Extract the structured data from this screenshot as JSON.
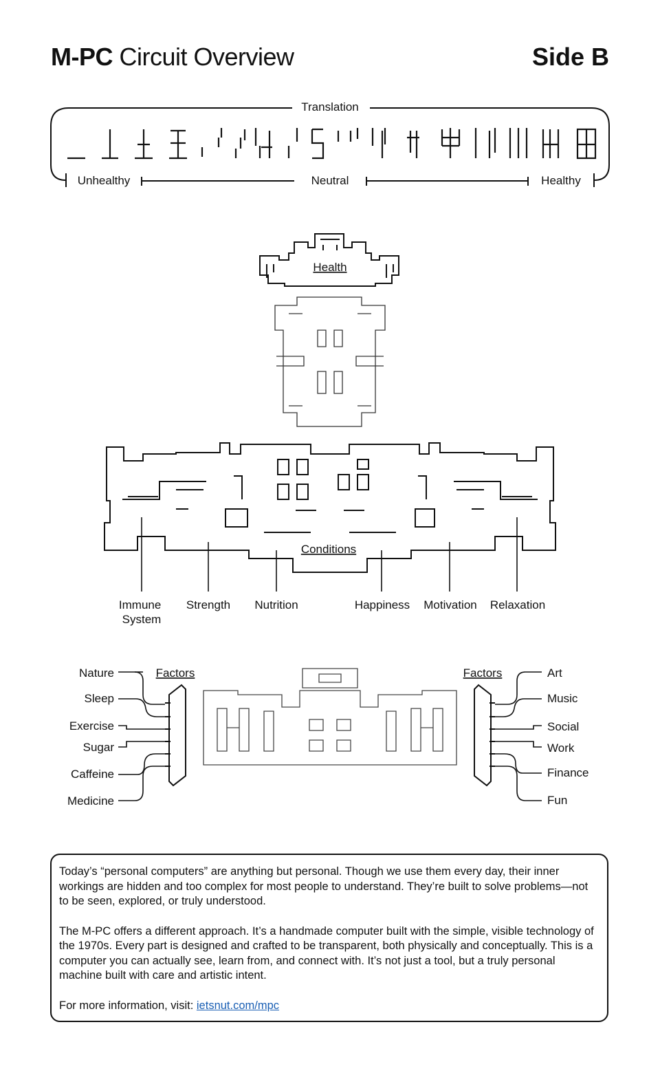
{
  "header": {
    "title_bold": "M-PC",
    "title_rest": " Circuit Overview",
    "side": "Side B"
  },
  "translation": {
    "label": "Translation",
    "scale": [
      "Unhealthy",
      "Neutral",
      "Healthy"
    ]
  },
  "health_label": "Health",
  "conditions": {
    "label": "Conditions",
    "items": [
      "Immune System",
      "Strength",
      "Nutrition",
      "Happiness",
      "Motivation",
      "Relaxation"
    ]
  },
  "factors_left": {
    "label": "Factors",
    "items": [
      "Nature",
      "Sleep",
      "Exercise",
      "Sugar",
      "Caffeine",
      "Medicine"
    ]
  },
  "factors_right": {
    "label": "Factors",
    "items": [
      "Art",
      "Music",
      "Social",
      "Work",
      "Finance",
      "Fun"
    ]
  },
  "info": {
    "p1": "Today’s “personal computers” are anything but personal. Though we use them every day, their inner workings are hidden and too complex for most people to understand. They’re built to solve problems—not to be seen, explored, or truly understood.",
    "p2": "The M-PC offers a different approach. It’s a handmade computer built with the simple, visible technology of the 1970s. Every part is designed and crafted to be transparent, both physically and conceptually. This is a computer you can actually see, learn from, and connect with. It’s not just a tool, but a truly personal machine built with care and artistic intent.",
    "p3_prefix": "For more information, visit: ",
    "link": "ietsnut.com/mpc"
  }
}
